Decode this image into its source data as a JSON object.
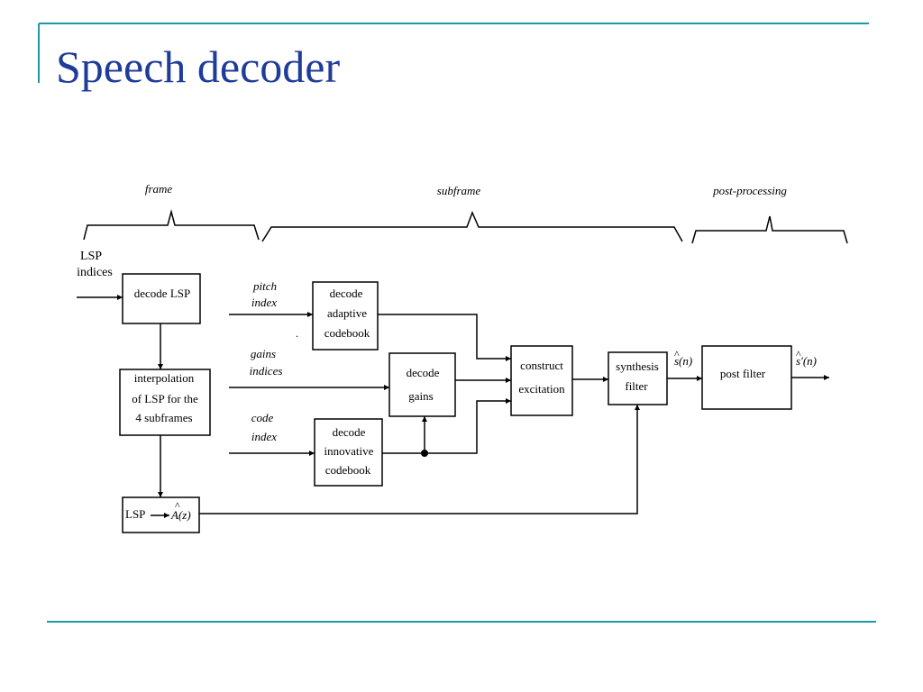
{
  "slide": {
    "title": "Speech decoder",
    "title_color": "#1f3c99",
    "accent_color": "#1a9aa6"
  },
  "diagram": {
    "stages": {
      "frame": "frame",
      "subframe": "subframe",
      "post": "post-processing"
    },
    "inputs": {
      "lsp_line1": "LSP",
      "lsp_line2": "indices",
      "pitch_line1": "pitch",
      "pitch_line2": "index",
      "gains_line1": "gains",
      "gains_line2": "indices",
      "code_line1": "code",
      "code_line2": "index"
    },
    "blocks": {
      "decode_lsp": "decode LSP",
      "interp_line1": "interpolation",
      "interp_line2": "of LSP for the",
      "interp_line3": "4 subframes",
      "lsp_conv_left": "LSP",
      "lsp_conv_right": "A(z)",
      "adaptive_line1": "decode",
      "adaptive_line2": "adaptive",
      "adaptive_line3": "codebook",
      "gains_line1": "decode",
      "gains_line2": "gains",
      "innov_line1": "decode",
      "innov_line2": "innovative",
      "innov_line3": "codebook",
      "construct_line1": "construct",
      "construct_line2": "excitation",
      "synth_line1": "synthesis",
      "synth_line2": "filter",
      "post_filter": "post filter"
    },
    "signals": {
      "s_hat": "s(n)",
      "s_hat_prime": "s'(n)"
    },
    "hat_glyph": "^",
    "stray_mark": "."
  }
}
